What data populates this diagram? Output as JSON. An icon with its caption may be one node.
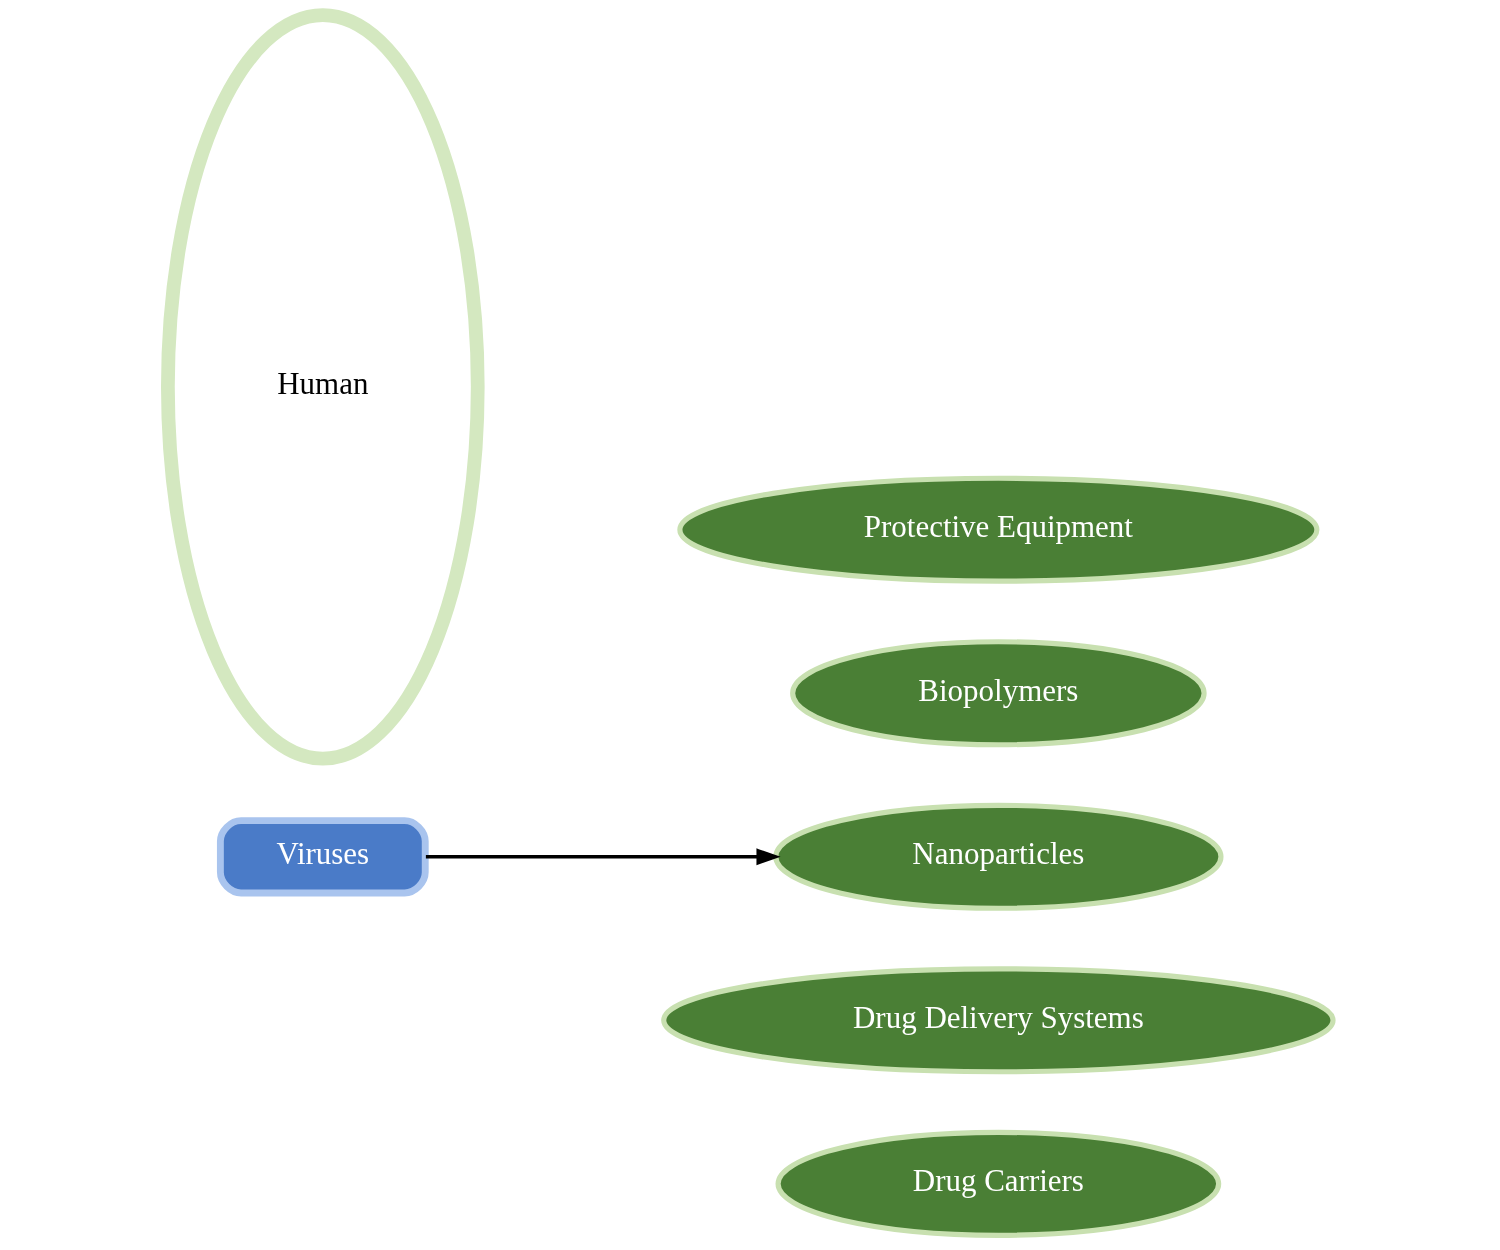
{
  "diagram": {
    "nodes": [
      {
        "text": [
          "Drug Carriers"
        ]
      },
      {
        "text": [
          "Drug Delivery Systems"
        ]
      },
      {
        "text": [
          "Viruses"
        ]
      },
      {
        "text": [
          "Nanoparticles"
        ]
      },
      {
        "text": [
          "Human"
        ]
      },
      {
        "text": [
          "Biopolymers"
        ]
      },
      {
        "text": [
          "Protective Equipment"
        ]
      }
    ],
    "edges": [
      {
        "from": 2,
        "to": 3,
        "arrow": "to"
      }
    ]
  }
}
